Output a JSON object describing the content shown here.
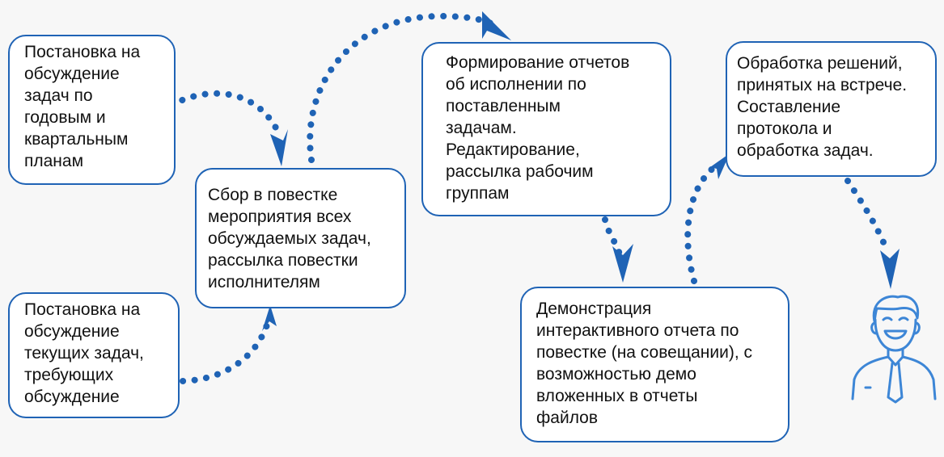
{
  "colors": {
    "accent": "#1f63b5",
    "icon": "#3d86d6",
    "node_fill": "#ffffff",
    "text": "#111111"
  },
  "nodes": {
    "n1": "Постановка на\nобсуждение\nзадач по\nгодовым и\nквартальным\nпланам",
    "n2": "Постановка на\nобсуждение\nтекущих задач,\nтребующих\nобсуждение",
    "n3": "Сбор в повестке\nмероприятия всех\nобсуждаемых задач,\nрассылка повестки\nисполнителям",
    "n4": "Формирование отчетов\nоб исполнении по\nпоставленным\nзадачам.\nРедактирование,\nрассылка рабочим\nгруппам",
    "n5": "Демонстрация\nинтерактивного отчета по\nповестке (на совещании), с\nвозможностью демо\nвложенных в отчеты\nфайлов",
    "n6": "Обработка решений,\nпринятых на встрече.\nСоставление\nпротокола и\nобработка задач."
  },
  "icons": [
    "person-icon"
  ]
}
